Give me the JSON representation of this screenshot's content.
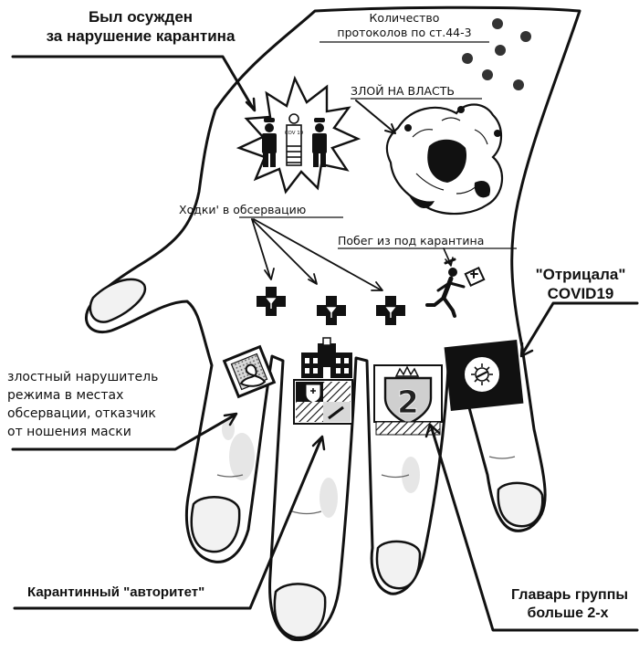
{
  "labels": {
    "convicted_line1": "Был осужден",
    "convicted_line2": "за нарушение карантина",
    "protocols_line1": "Количество",
    "protocols_line2": "протоколов по ст.44-3",
    "evil": "ЗЛОЙ НА ВЛАСТЬ",
    "observation_walks": "Ходки' в обсервацию",
    "escape": "Побег из под карантина",
    "otrizala_line1": "\"Отрицала\"",
    "otrizala_line2": "COVID19",
    "violator_line1": "злостный нарушитель",
    "violator_line2": "режима в местах",
    "violator_line3": "обсервации, отказчик",
    "violator_line4": "от ношения маски",
    "authority": "Карантинный \"авторитет\"",
    "leader_line1": "Главарь группы",
    "leader_line2": "больше 2-х"
  },
  "tattoos": {
    "covid_badge": "COV 19",
    "shield_number": "2"
  },
  "counts": {
    "protocol_dots": 6,
    "observation_crosses": 3
  },
  "colors": {
    "ink": "#111111",
    "paper": "#ffffff",
    "shade": "#bdbdbd",
    "dark": "#222222"
  }
}
